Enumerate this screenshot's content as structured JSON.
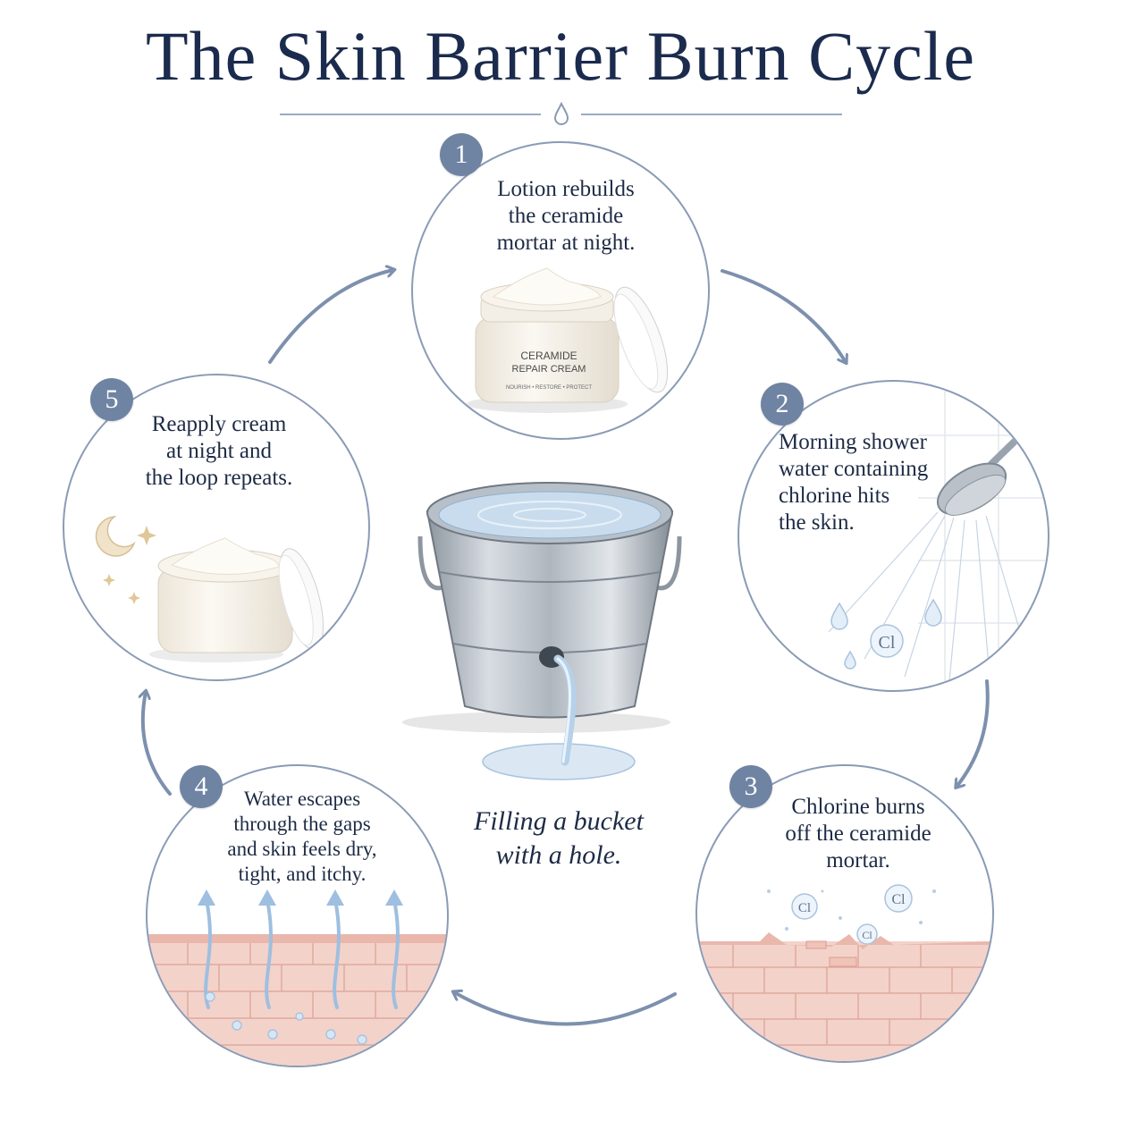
{
  "title": "The Skin Barrier Burn Cycle",
  "steps": [
    {
      "number": "1",
      "lines": [
        "Lotion rebuilds",
        "the ceramide",
        "mortar at night."
      ]
    },
    {
      "number": "2",
      "lines": [
        "Morning shower",
        "water containing",
        "chlorine hits",
        "the skin."
      ]
    },
    {
      "number": "3",
      "lines": [
        "Chlorine burns",
        "off the ceramide",
        "mortar."
      ]
    },
    {
      "number": "4",
      "lines": [
        "Water escapes",
        "through the gaps",
        "and skin feels dry,",
        "tight, and itchy."
      ]
    },
    {
      "number": "5",
      "lines": [
        "Reapply cream",
        "at night and",
        "the loop repeats."
      ]
    }
  ],
  "jar": {
    "line1": "CERAMIDE",
    "line2": "REPAIR CREAM",
    "tagline": "NOURISH • RESTORE • PROTECT"
  },
  "chlorine_symbol": "Cl",
  "center_caption": [
    "Filling a bucket",
    "with a hole."
  ],
  "colors": {
    "title": "#1b2b4d",
    "circle_border": "#8a9bb5",
    "badge": "#6f83a3",
    "arrow": "#7d90ad",
    "skin": "#f2c9c0",
    "water": "#a9c8e6"
  }
}
